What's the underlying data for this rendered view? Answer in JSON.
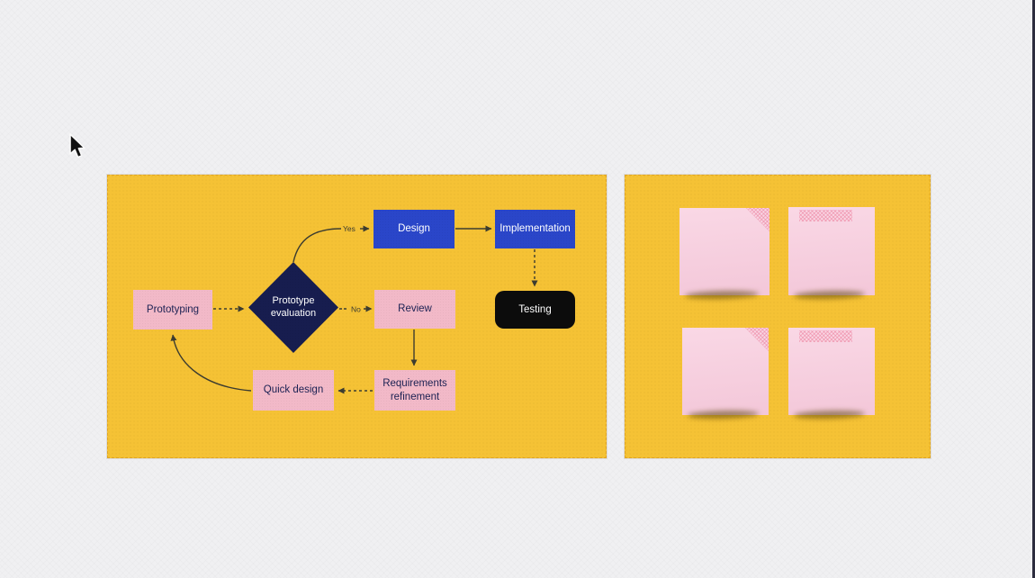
{
  "canvas": {
    "background_color": "#f0f0f2",
    "frame_fill": "#f5c235",
    "edge_line_color": "#3c3c30"
  },
  "frames": {
    "flowchart": {
      "name": "flowchart-frame"
    },
    "stickies": {
      "name": "sticky-notes-frame"
    }
  },
  "flowchart": {
    "nodes": [
      {
        "id": "prototyping",
        "label": "Prototyping",
        "shape": "rect",
        "fill": "#f2b9c8",
        "text_color": "#1b2153"
      },
      {
        "id": "prototype-evaluation",
        "label": "Prototype evaluation",
        "shape": "diamond",
        "fill": "#171d4f",
        "text_color": "#ffffff"
      },
      {
        "id": "design",
        "label": "Design",
        "shape": "rect",
        "fill": "#2a46c9",
        "text_color": "#ffffff"
      },
      {
        "id": "implementation",
        "label": "Implementation",
        "shape": "rect",
        "fill": "#2a46c9",
        "text_color": "#ffffff"
      },
      {
        "id": "testing",
        "label": "Testing",
        "shape": "rounded-rect",
        "fill": "#0c0c0c",
        "text_color": "#ffffff"
      },
      {
        "id": "review",
        "label": "Review",
        "shape": "rect",
        "fill": "#f2b9c8",
        "text_color": "#1b2153"
      },
      {
        "id": "requirements-refinement",
        "label": "Requirements refinement",
        "shape": "rect",
        "fill": "#f2b9c8",
        "text_color": "#1b2153"
      },
      {
        "id": "quick-design",
        "label": "Quick design",
        "shape": "rect",
        "fill": "#f2b9c8",
        "text_color": "#1b2153"
      }
    ],
    "edge_labels": {
      "yes": "Yes",
      "no": "No"
    },
    "edges": [
      {
        "from": "prototyping",
        "to": "prototype-evaluation",
        "style": "dashed",
        "label": ""
      },
      {
        "from": "prototype-evaluation",
        "to": "design",
        "style": "solid-curve",
        "label": "Yes"
      },
      {
        "from": "design",
        "to": "implementation",
        "style": "solid",
        "label": ""
      },
      {
        "from": "implementation",
        "to": "testing",
        "style": "dashed",
        "label": ""
      },
      {
        "from": "prototype-evaluation",
        "to": "review",
        "style": "dashed",
        "label": "No"
      },
      {
        "from": "review",
        "to": "requirements-refinement",
        "style": "solid",
        "label": ""
      },
      {
        "from": "requirements-refinement",
        "to": "quick-design",
        "style": "dashed",
        "label": ""
      },
      {
        "from": "quick-design",
        "to": "prototyping",
        "style": "solid-curve",
        "label": ""
      }
    ]
  },
  "sticky_notes": {
    "count": 4,
    "color": "#f8cbdd",
    "items": [
      {
        "id": "sticky-1",
        "text": "",
        "decoration": "fold-corner"
      },
      {
        "id": "sticky-2",
        "text": "",
        "decoration": "fold-strip"
      },
      {
        "id": "sticky-3",
        "text": "",
        "decoration": "fold-corner"
      },
      {
        "id": "sticky-4",
        "text": "",
        "decoration": "fold-strip"
      }
    ]
  }
}
